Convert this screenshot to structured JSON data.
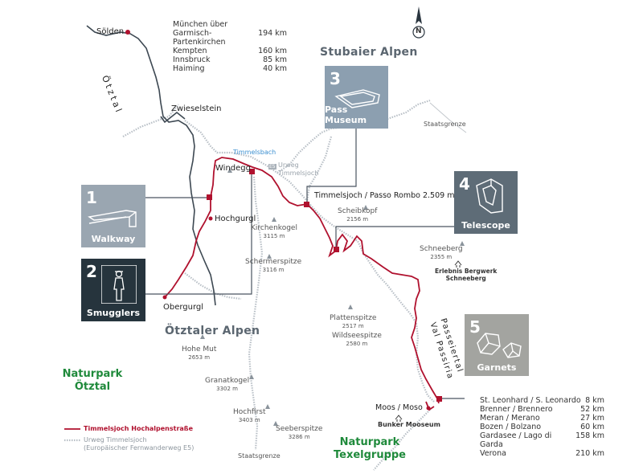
{
  "distances_top": [
    {
      "name": "München über",
      "km": ""
    },
    {
      "name": "Garmisch-Partenkirchen",
      "km": "194 km"
    },
    {
      "name": "Kempten",
      "km": "160 km"
    },
    {
      "name": "Innsbruck",
      "km": "85 km"
    },
    {
      "name": "Haiming",
      "km": "40 km"
    }
  ],
  "distances_bottom": [
    {
      "name": "St. Leonhard / S. Leonardo",
      "km": "8 km"
    },
    {
      "name": "Brenner / Brennero",
      "km": "52 km"
    },
    {
      "name": "Meran / Merano",
      "km": "27 km"
    },
    {
      "name": "Bozen / Bolzano",
      "km": "60 km"
    },
    {
      "name": "Gardasee / Lago di Garda",
      "km": "158 km"
    },
    {
      "name": "Verona",
      "km": "210 km"
    }
  ],
  "places": {
    "soelden": "Sölden",
    "oetztal_river": "Ötztal",
    "zwieselstein": "Zwieselstein",
    "timmelsbach": "Timmelsbach",
    "windegg": "Windegg",
    "urweg": "Urweg\nTimmelsjoch",
    "urweg_badge": "E5",
    "hochgurgl": "Hochgurgl",
    "obergurgl": "Obergurgl",
    "timmelsjoch": "Timmelsjoch / Passo Rombo 2.509 m",
    "staatsgrenze_top": "Staatsgrenze",
    "staatsgrenze_bottom": "Staatsgrenze",
    "passeiertal": "Passeiertal",
    "val_passiria": "Val Passiria",
    "moos": "Moos / Moso",
    "bunker": "Bunker Mooseum",
    "erlebnis": "Erlebnis Bergwerk\nSchneeberg",
    "north": "N"
  },
  "regions": {
    "stubaier": "Stubaier Alpen",
    "oetztaler": "Ötztaler Alpen"
  },
  "parks": {
    "oetztal": "Naturpark\nÖtztal",
    "texel": "Naturpark\nTexelgruppe"
  },
  "peaks": [
    {
      "name": "Scheibkopf",
      "elev": "2156 m"
    },
    {
      "name": "Kirchenkogel",
      "elev": "3115 m"
    },
    {
      "name": "Schermerspitze",
      "elev": "3116 m"
    },
    {
      "name": "Schneeberg",
      "elev": "2355 m"
    },
    {
      "name": "Plattenspitze",
      "elev": "2517 m"
    },
    {
      "name": "Wildseespitze",
      "elev": "2580 m"
    },
    {
      "name": "Hohe Mut",
      "elev": "2653 m"
    },
    {
      "name": "Granatkogel",
      "elev": "3302 m"
    },
    {
      "name": "Hochfirst",
      "elev": "3403 m"
    },
    {
      "name": "Seeberspitze",
      "elev": "3286 m"
    }
  ],
  "stations": [
    {
      "num": "1",
      "label": "Walkway",
      "icon": "walkway-icon"
    },
    {
      "num": "2",
      "label": "Smugglers",
      "icon": "smuggler-icon"
    },
    {
      "num": "3",
      "label": "Pass Museum",
      "icon": "pass-museum-icon"
    },
    {
      "num": "4",
      "label": "Telescope",
      "icon": "telescope-icon"
    },
    {
      "num": "5",
      "label": "Garnets",
      "icon": "garnets-icon"
    }
  ],
  "legend": {
    "road": "Timmelsjoch Hochalpenstraße",
    "trail": "Urweg Timmelsjoch\n(Europäischer Fernwanderweg E5)"
  },
  "colors": {
    "road": "#b0112e",
    "river": "#3d4852",
    "trail": "#a9b1b9",
    "park": "#1f8a3b",
    "box_1": "#9aa6b1",
    "box_2": "#26343d",
    "box_3": "#8c9fb0",
    "box_4": "#5e6c77",
    "box_5": "#a3a4a0"
  }
}
